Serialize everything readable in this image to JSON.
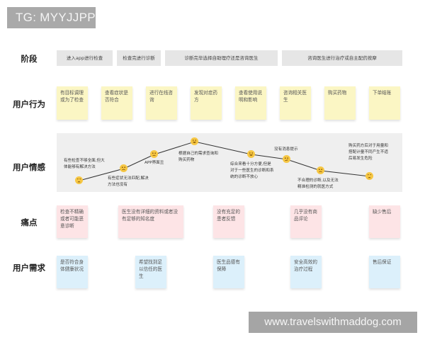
{
  "overlay": {
    "tg_label": "TG: MYYJJPP",
    "watermark": "www.travelswithmaddog.com"
  },
  "rows": {
    "stage": "阶段",
    "behavior": "用户行为",
    "emotion": "用户情感",
    "pain": "痛点",
    "needs": "用户需求"
  },
  "stages": [
    {
      "label": "进入app进行检查"
    },
    {
      "label": "检查完进行诊断"
    },
    {
      "label": "诊断完毕选择自助理疗还是咨询医生"
    },
    {
      "label": "咨询医生进行治疗或自主配药按摩"
    }
  ],
  "behaviors": [
    {
      "text": "有目标调理或为了检查"
    },
    {
      "text": "查看症状是否符合"
    },
    {
      "text": "进行在线咨询"
    },
    {
      "text": "发现对症药方"
    },
    {
      "text": "查看使用说明和影响"
    },
    {
      "text": "咨询相关医生"
    },
    {
      "text": "购买药物"
    },
    {
      "text": "下单结账"
    }
  ],
  "emotions": [
    {
      "face": "crying",
      "note": "有些检查不够全面,但大体能够有解决方法"
    },
    {
      "face": "sad",
      "note": "有些症状无法匹配,解决方法也没有"
    },
    {
      "face": "neutral",
      "note": "APP界面丑"
    },
    {
      "face": "happy",
      "note": "根据自己的需求查询和购买药物"
    },
    {
      "face": "happy",
      "note": "综合来看十分方便,但是对于一些医生的诊断和系统的诊断不放心"
    },
    {
      "face": "neutral",
      "note": "没有消息提示"
    },
    {
      "face": "sad",
      "note": "不合理的诊断,以及无法精准检测的就医方式"
    },
    {
      "face": "crying",
      "note": "购买药方后对于用量和搭配计量不同产生不适后易发生危险"
    }
  ],
  "pain_points": [
    {
      "text": "检查不精确或者可能恶意诊断"
    },
    {
      "text": "医生没有详细的资料或者没有足够的知名度"
    },
    {
      "text": "没有充足的患者反馈"
    },
    {
      "text": "几乎没有商品评论"
    },
    {
      "text": "缺少售后"
    }
  ],
  "needs": [
    {
      "text": "是否符合身体健康状况"
    },
    {
      "text": "希望找到足以信任的医生"
    },
    {
      "text": "医生品德有保障"
    },
    {
      "text": "安全高效的治疗过程"
    },
    {
      "text": "售后保证"
    }
  ],
  "colors": {
    "stage_bg": "#e6e6e6",
    "behavior_card": "#fbf6c4",
    "pain_card": "#fde4e6",
    "need_card": "#dcf0fb",
    "emotion_panel": "#efefef",
    "face": "#f6c744"
  }
}
